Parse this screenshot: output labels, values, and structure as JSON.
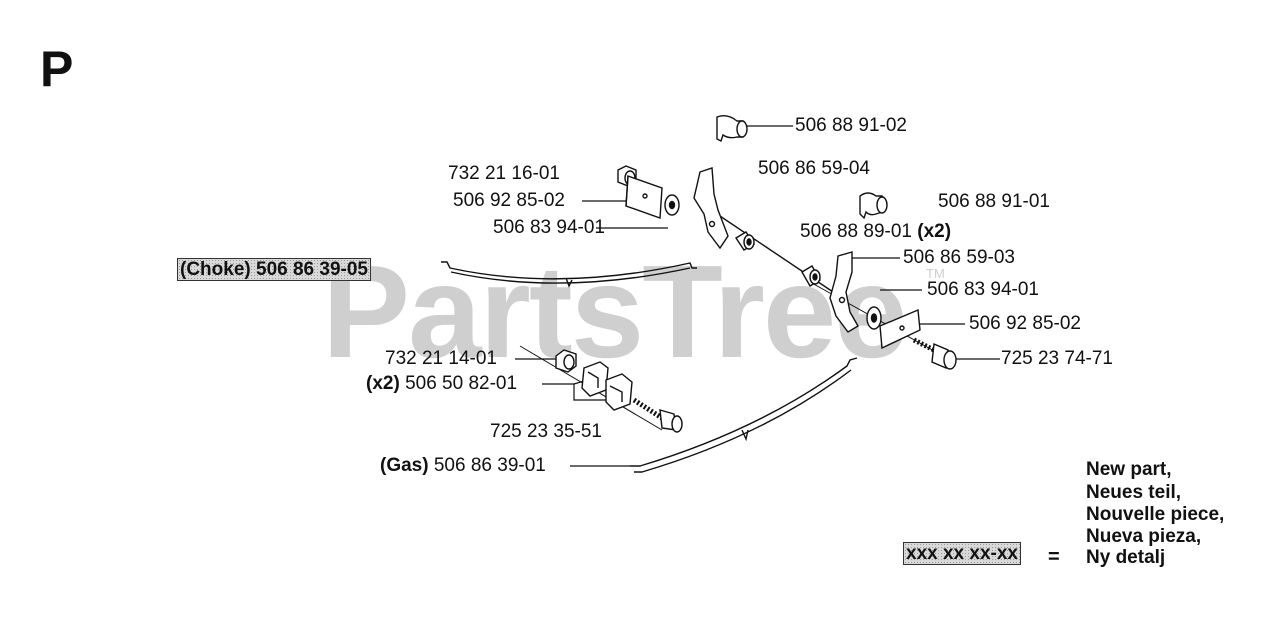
{
  "section_letter": "P",
  "watermark": "PartsTree",
  "watermark_tm": "TM",
  "parts": {
    "p1": "506 88 91-02",
    "p2": "732 21 16-01",
    "p3": "506 86 59-04",
    "p4": "506 92 85-02",
    "p5": "506 88 91-01",
    "p6": "506 83 94-01",
    "p7": "506 88 89-01",
    "p7_qty": "(x2)",
    "p8_prefix": "(Choke)",
    "p8": "506 86 39-05",
    "p9": "506 86 59-03",
    "p10": "506 83 94-01",
    "p11": "506 92 85-02",
    "p12": "732 21 14-01",
    "p13": "725 23 74-71",
    "p14_qty": "(x2)",
    "p14": "506 50 82-01",
    "p15": "725 23 35-51",
    "p16_prefix": "(Gas)",
    "p16": "506 86 39-01"
  },
  "legend": {
    "code": "xxx xx xx-xx",
    "equals": "=",
    "lines": [
      "New part,",
      "Neues teil,",
      "Nouvelle piece,",
      "Nueva pieza,",
      "Ny detalj"
    ]
  }
}
